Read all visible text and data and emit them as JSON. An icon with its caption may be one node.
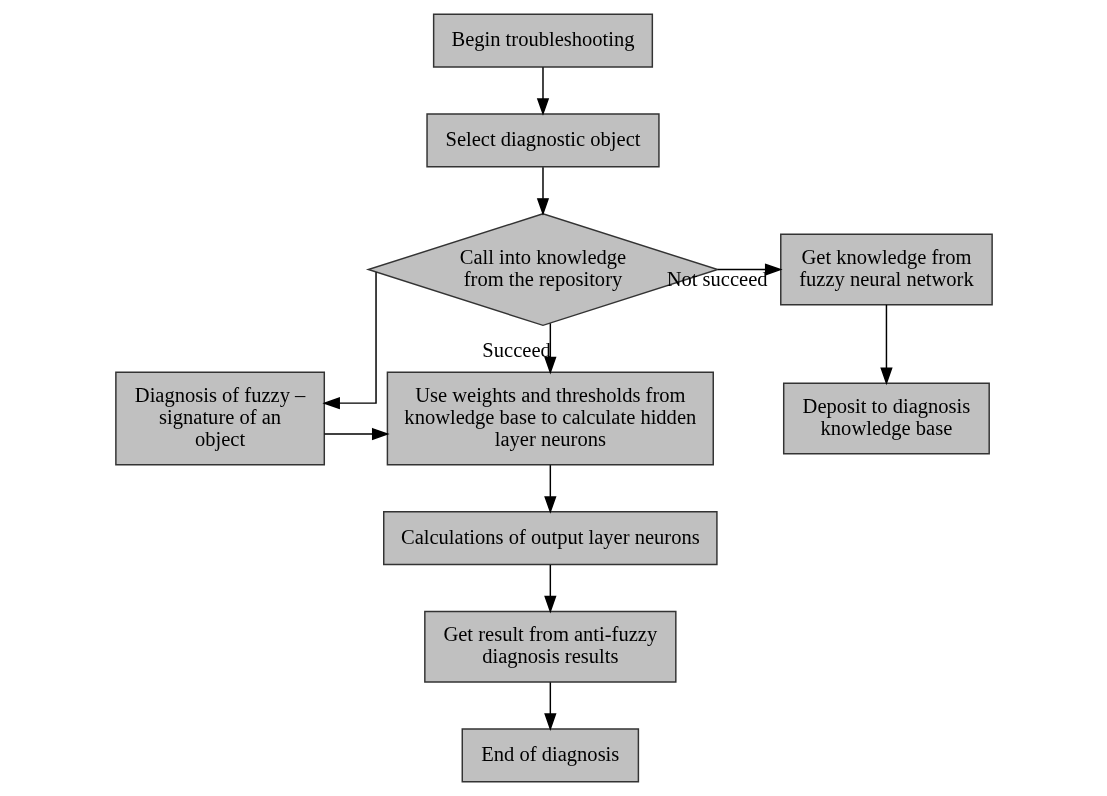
{
  "diagram": {
    "nodes": [
      {
        "text": [
          "Begin troubleshooting"
        ]
      },
      {
        "text": [
          "Select diagnostic object"
        ]
      },
      {
        "text": [
          "Call into knowledge from the repository"
        ]
      },
      {
        "text": [
          "Get knowledge from fuzzy neural network"
        ]
      },
      {
        "text": [
          "Deposit to diagnosis knowledge base"
        ]
      },
      {
        "text": [
          "Diagnosis of fuzzy – signature of an object"
        ]
      },
      {
        "text": [
          "Use weights and thresholds from knowledge base to calculate hidden layer neurons"
        ]
      },
      {
        "text": [
          "Calculations of output layer neurons"
        ]
      },
      {
        "text": [
          "Get result from anti-fuzzy diagnosis results"
        ]
      },
      {
        "text": [
          "End of diagnosis"
        ]
      }
    ],
    "edges": [
      {
        "from": 0,
        "to": 1,
        "arrow": "to"
      },
      {
        "from": 1,
        "to": 2,
        "arrow": "to"
      },
      {
        "from": 2,
        "to": 3,
        "arrow": "to",
        "label": "Not succeed"
      },
      {
        "from": 3,
        "to": 4,
        "arrow": "to"
      },
      {
        "from": 2,
        "to": 5,
        "arrow": "to"
      },
      {
        "from": 2,
        "to": 6,
        "arrow": "to",
        "label": "Succeed"
      },
      {
        "from": 5,
        "to": 6,
        "arrow": "to"
      },
      {
        "from": 6,
        "to": 7,
        "arrow": "to"
      },
      {
        "from": 7,
        "to": 8,
        "arrow": "to"
      },
      {
        "from": 8,
        "to": 9,
        "arrow": "to"
      }
    ]
  }
}
